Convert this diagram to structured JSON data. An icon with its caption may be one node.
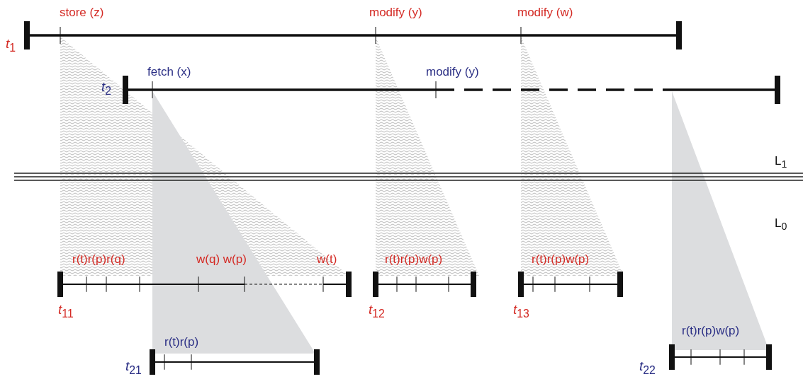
{
  "diagram": {
    "nodes": [
      {
        "text": [],
        "shape": "bar",
        "beside": [
          "*t*$_{1}$"
        ]
      },
      {
        "text": [],
        "shape": "bar",
        "beside": [
          "*t*$_{2}$"
        ]
      },
      {
        "text": [],
        "shape": "bar",
        "beside": [
          "*t*$_{11}$"
        ]
      },
      {
        "text": [],
        "shape": "bar",
        "beside": [
          "*t*$_{12}$"
        ]
      },
      {
        "text": [],
        "shape": "bar",
        "beside": [
          "*t*$_{13}$"
        ]
      },
      {
        "text": [],
        "shape": "bar",
        "beside": [
          "*t*$_{21}$"
        ]
      },
      {
        "text": [],
        "shape": "bar",
        "beside": [
          "*t*$_{22}$"
        ]
      }
    ],
    "labels": [
      "store (z)",
      "modify (y)",
      "modify (w)",
      "fetch (x)",
      "modify (y)",
      "L$_{1}$",
      "L$_{0}$",
      "r(t)r(p)r(q)",
      "w(q) w(p)",
      "w(t)",
      "r(t)r(p)w(p)",
      "r(t)r(p)w(p)",
      "r(t)r(p)w(p)",
      "r(t)r(p)"
    ]
  }
}
